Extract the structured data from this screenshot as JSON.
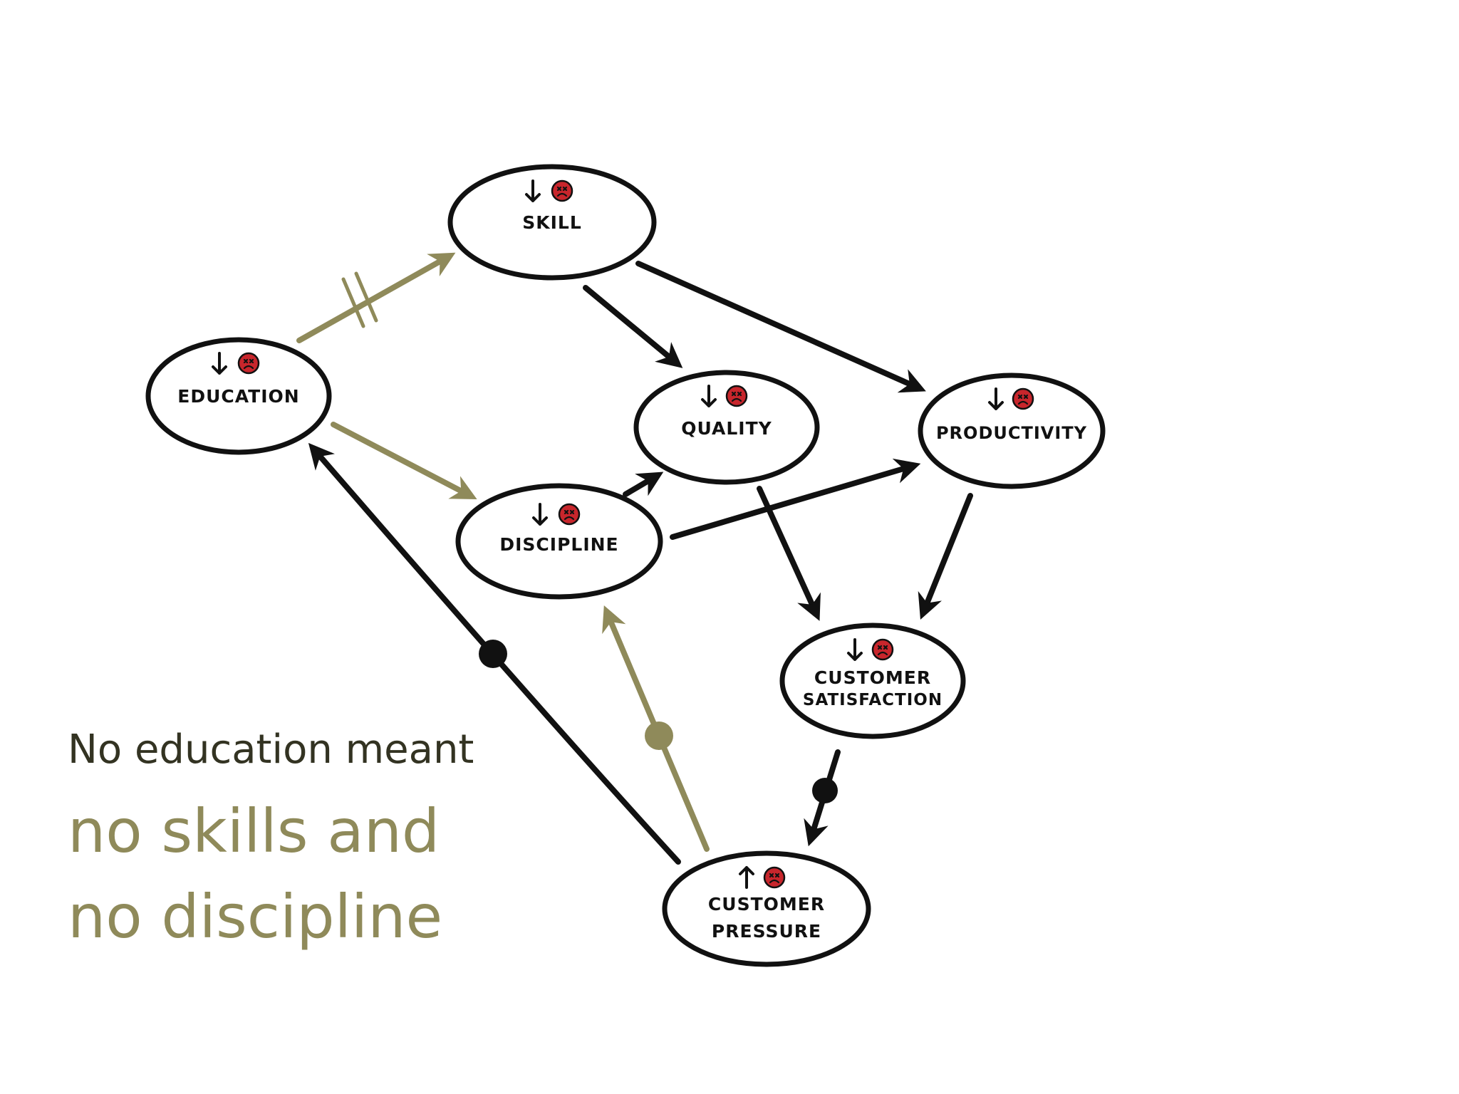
{
  "colors": {
    "dark": "#111111",
    "olive": "#8f8a5a",
    "frown": "#c8262c"
  },
  "nodes": {
    "skill": {
      "label_lines": [
        "SKILL"
      ],
      "trend": "down",
      "icon": "frown-icon"
    },
    "education": {
      "label_lines": [
        "EDUCATION"
      ],
      "trend": "down",
      "icon": "frown-icon"
    },
    "quality": {
      "label_lines": [
        "QUALITY"
      ],
      "trend": "down",
      "icon": "frown-icon"
    },
    "productivity": {
      "label_lines": [
        "PRODUCTIVITY"
      ],
      "trend": "down",
      "icon": "frown-icon"
    },
    "discipline": {
      "label_lines": [
        "DISCIPLINE"
      ],
      "trend": "down",
      "icon": "frown-icon"
    },
    "customer_satisfaction": {
      "label_lines": [
        "CUSTOMER",
        "SATISFACTION"
      ],
      "trend": "down",
      "icon": "frown-icon"
    },
    "customer_pressure": {
      "label_lines": [
        "CUSTOMER",
        "PRESSURE"
      ],
      "trend": "up",
      "icon": "frown-icon"
    }
  },
  "edges": [
    {
      "from": "education",
      "to": "skill",
      "color": "olive",
      "marker": "delay"
    },
    {
      "from": "education",
      "to": "discipline",
      "color": "olive",
      "marker": "none"
    },
    {
      "from": "skill",
      "to": "quality",
      "color": "dark",
      "marker": "none"
    },
    {
      "from": "skill",
      "to": "productivity",
      "color": "dark",
      "marker": "none"
    },
    {
      "from": "discipline",
      "to": "quality",
      "color": "dark",
      "marker": "none"
    },
    {
      "from": "discipline",
      "to": "productivity",
      "color": "dark",
      "marker": "none"
    },
    {
      "from": "quality",
      "to": "customer_satisfaction",
      "color": "dark",
      "marker": "none"
    },
    {
      "from": "productivity",
      "to": "customer_satisfaction",
      "color": "dark",
      "marker": "none"
    },
    {
      "from": "customer_satisfaction",
      "to": "customer_pressure",
      "color": "dark",
      "marker": "dot"
    },
    {
      "from": "customer_pressure",
      "to": "education",
      "color": "dark",
      "marker": "dot"
    },
    {
      "from": "customer_pressure",
      "to": "discipline",
      "color": "olive",
      "marker": "dot"
    }
  ],
  "caption": {
    "line1": "No education meant",
    "line2": "no skills and",
    "line3": "no discipline"
  }
}
